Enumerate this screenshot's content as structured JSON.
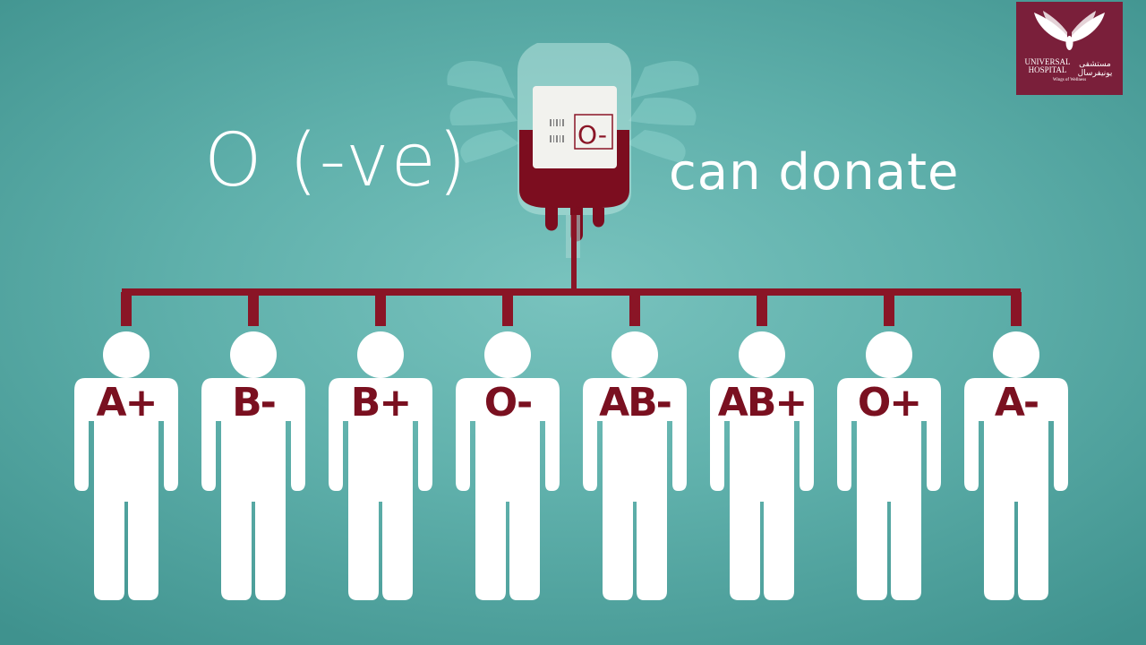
{
  "donor": {
    "type_text": "O (-ve)",
    "action_text": "can donate",
    "bag_label": "O-"
  },
  "logo": {
    "name_en": "UNIVERSAL HOSPITAL",
    "name_ar": "مستشفى يونيفرسال",
    "tagline": "Wings of Wellness",
    "colors": {
      "background": "#7a1f3a",
      "foreground": "#ffffff"
    }
  },
  "recipients": [
    {
      "label": "A+"
    },
    {
      "label": "B-"
    },
    {
      "label": "B+"
    },
    {
      "label": "O-"
    },
    {
      "label": "AB-"
    },
    {
      "label": "AB+"
    },
    {
      "label": "O+"
    },
    {
      "label": "A-"
    }
  ],
  "colors": {
    "background": "#5fb0ab",
    "connector": "#8a1526",
    "figure": "#ffffff",
    "label": "#7a1020"
  }
}
